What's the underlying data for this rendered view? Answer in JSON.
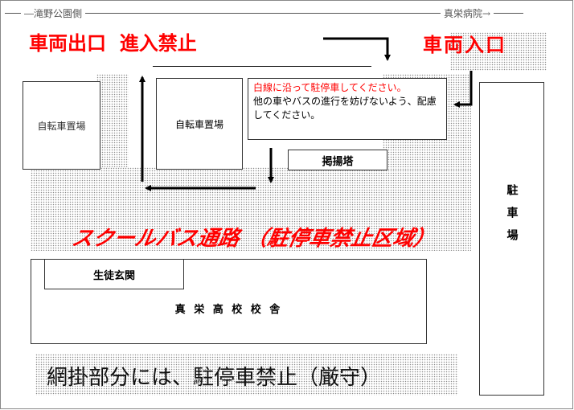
{
  "top_bar": {
    "left_label": "―滝野公園側",
    "right_label": "真栄病院→"
  },
  "exit_label": "車両出口  進入禁止",
  "entrance_label": "車両入口",
  "bicycle_parking_left": "自転車置場",
  "bicycle_parking_center": "自転車置場",
  "notice": {
    "line_red": "白線に沿って駐停車してください。",
    "line_black": "他の車やバスの進行を妨げないよう、配慮してください。"
  },
  "flagpole": "掲揚塔",
  "parking": "駐車場",
  "bus_route": "スクールバス通路 （駐停車禁止区域）",
  "student_entrance": "生徒玄関",
  "school_building": "真 栄 高 校 校 舎",
  "footer_note": "網掛部分には、駐停車禁止（厳守）",
  "colors": {
    "accent_red": "#ff0000",
    "line": "#000000"
  }
}
